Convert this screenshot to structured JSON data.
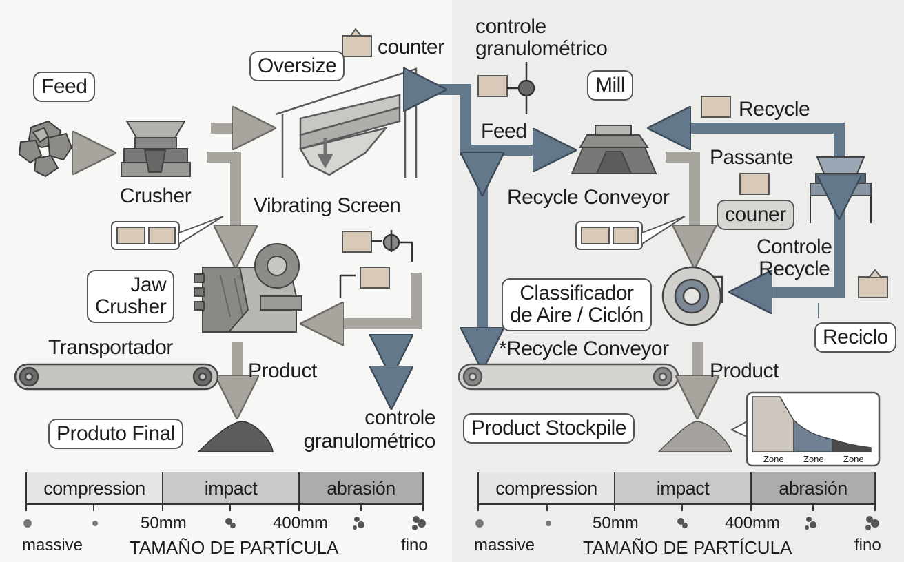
{
  "left": {
    "feed_bubble": "Feed",
    "crusher_label": "Crusher",
    "oversize_bubble": "Oversize",
    "counter_label": "counter",
    "vibrating_screen_label": "Vibrating Screen",
    "jaw_crusher_bubble_line1": "Jaw",
    "jaw_crusher_bubble_line2": "Crusher",
    "transportador_label": "Transportador",
    "product_label": "Product",
    "produto_final_bubble": "Produto Final",
    "controle_line1": "controle",
    "controle_line2": "granulométrico"
  },
  "right": {
    "controle_line1": "controle",
    "controle_line2": "granulométrico",
    "mill_bubble": "Mill",
    "feed_label": "Feed",
    "recycle_label": "Recycle",
    "passante_label": "Passante",
    "recycle_conveyor_label": "Recycle Conveyor",
    "couner_bubble": "couner",
    "controle_recycle_line1": "Controle",
    "controle_recycle_line2": "Recycle",
    "classificador_line1": "Classificador",
    "classificador_line2": "de Aire / Ciclón",
    "reciclo_bubble": "Reciclo",
    "recycle_conveyor_star": "*Recycle Conveyor",
    "product_label": "Product",
    "product_stockpile_bubble": "Product Stockpile",
    "zones": [
      "Zone",
      "Zone",
      "Zone"
    ]
  },
  "scale": {
    "segments": [
      "compression",
      "impact",
      "abrasión"
    ],
    "marks": [
      "50mm",
      "400mm"
    ],
    "ends": [
      "massive",
      "fino"
    ],
    "axis_title": "TAMAÑO DE PARTÍCULA"
  },
  "colors": {
    "gray_arrow": "#a8a49e",
    "blue_arrow": "#64788c",
    "machine": "#8a8886",
    "scale_light": "#e6e6e6",
    "scale_mid": "#c9c9c9",
    "scale_dark": "#acacac"
  }
}
